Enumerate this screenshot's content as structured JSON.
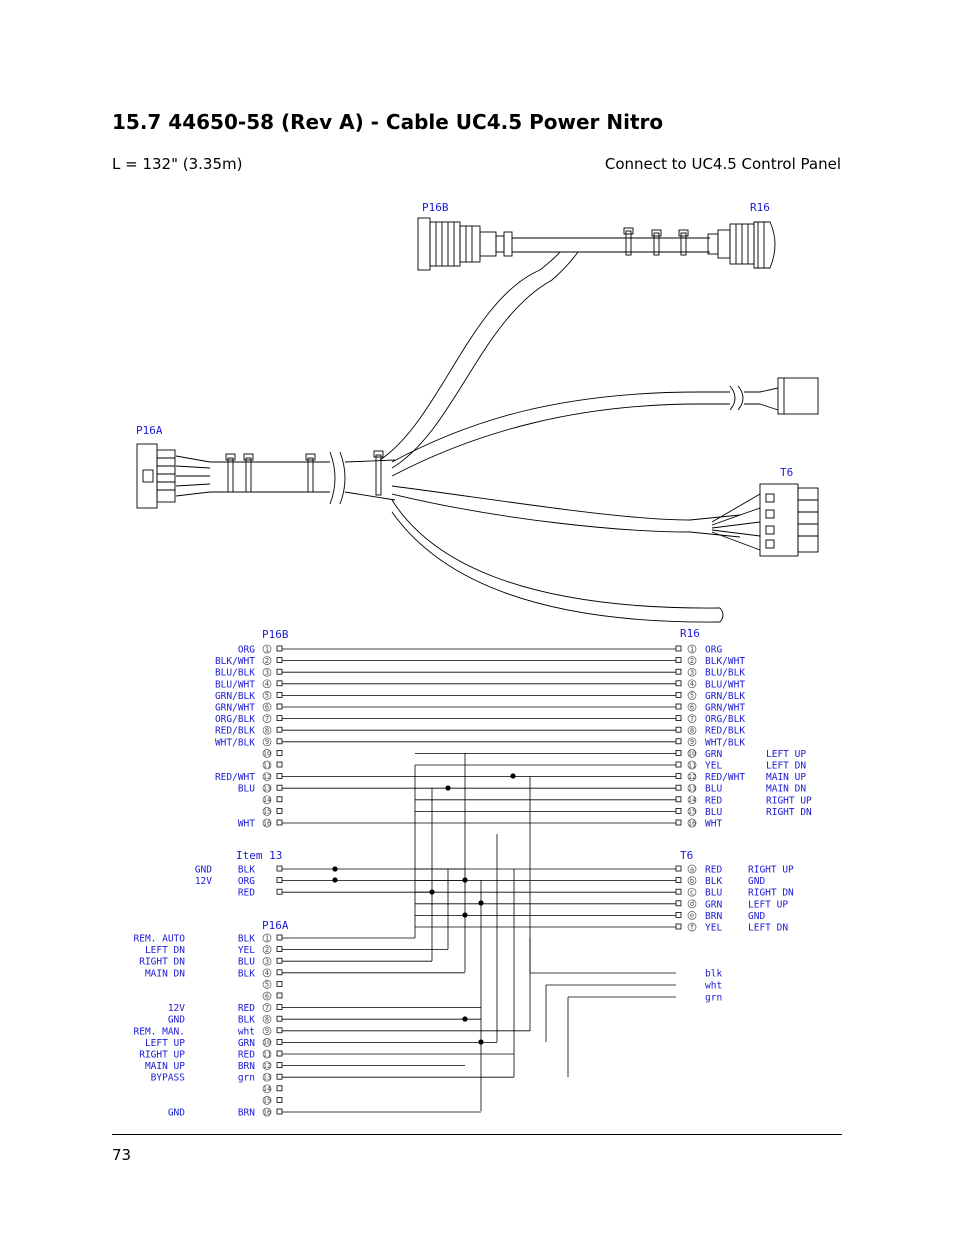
{
  "page": {
    "heading": "15.7  44650-58 (Rev A) - Cable UC4.5 Power Nitro",
    "length": "L = 132\" (3.35m)",
    "connect_to": "Connect to UC4.5 Control Panel",
    "page_number": "73"
  },
  "colors": {
    "label_blue": "#1a1ad6",
    "line": "#000000",
    "wire_gray": "#444444"
  },
  "drawing": {
    "connector_labels": {
      "p16b": "P16B",
      "r16": "R16",
      "p16a": "P16A",
      "t6": "T6"
    }
  },
  "schematic": {
    "p16b_header": "P16B",
    "r16_header": "R16",
    "item13_header": "Item 13",
    "t6_header": "T6",
    "p16a_header": "P16A",
    "p16b_r16_wires": [
      {
        "pin": "1",
        "left": "ORG",
        "right": "ORG",
        "func": ""
      },
      {
        "pin": "2",
        "left": "BLK/WHT",
        "right": "BLK/WHT",
        "func": ""
      },
      {
        "pin": "3",
        "left": "BLU/BLK",
        "right": "BLU/BLK",
        "func": ""
      },
      {
        "pin": "4",
        "left": "BLU/WHT",
        "right": "BLU/WHT",
        "func": ""
      },
      {
        "pin": "5",
        "left": "GRN/BLK",
        "right": "GRN/BLK",
        "func": ""
      },
      {
        "pin": "6",
        "left": "GRN/WHT",
        "right": "GRN/WHT",
        "func": ""
      },
      {
        "pin": "7",
        "left": "ORG/BLK",
        "right": "ORG/BLK",
        "func": ""
      },
      {
        "pin": "8",
        "left": "RED/BLK",
        "right": "RED/BLK",
        "func": ""
      },
      {
        "pin": "9",
        "left": "WHT/BLK",
        "right": "WHT/BLK",
        "func": ""
      },
      {
        "pin": "10",
        "left": "",
        "right": "GRN",
        "func": "LEFT UP"
      },
      {
        "pin": "11",
        "left": "",
        "right": "YEL",
        "func": "LEFT DN"
      },
      {
        "pin": "12",
        "left": "RED/WHT",
        "right": "RED/WHT",
        "func": "MAIN UP"
      },
      {
        "pin": "13",
        "left": "BLU",
        "right": "BLU",
        "func": "MAIN DN"
      },
      {
        "pin": "14",
        "left": "",
        "right": "RED",
        "func": "RIGHT UP"
      },
      {
        "pin": "15",
        "left": "",
        "right": "BLU",
        "func": "RIGHT DN"
      },
      {
        "pin": "16",
        "left": "WHT",
        "right": "WHT",
        "func": ""
      }
    ],
    "item13_wires": [
      {
        "func": "GND",
        "color": "BLK"
      },
      {
        "func": "12V",
        "color": "ORG"
      },
      {
        "func": "",
        "color": "RED"
      }
    ],
    "t6_pins": [
      {
        "pin": "a",
        "color": "RED",
        "func": "RIGHT UP"
      },
      {
        "pin": "b",
        "color": "BLK",
        "func": "GND"
      },
      {
        "pin": "c",
        "color": "BLU",
        "func": "RIGHT DN"
      },
      {
        "pin": "d",
        "color": "GRN",
        "func": "LEFT UP"
      },
      {
        "pin": "e",
        "color": "BRN",
        "func": "GND"
      },
      {
        "pin": "f",
        "color": "YEL",
        "func": "LEFT DN"
      }
    ],
    "p16a_pins": [
      {
        "pin": "1",
        "func": "REM. AUTO",
        "color": "BLK"
      },
      {
        "pin": "2",
        "func": "LEFT DN",
        "color": "YEL"
      },
      {
        "pin": "3",
        "func": "RIGHT DN",
        "color": "BLU"
      },
      {
        "pin": "4",
        "func": "MAIN DN",
        "color": "BLK"
      },
      {
        "pin": "5",
        "func": "",
        "color": ""
      },
      {
        "pin": "6",
        "func": "",
        "color": ""
      },
      {
        "pin": "7",
        "func": "12V",
        "color": "RED"
      },
      {
        "pin": "8",
        "func": "GND",
        "color": "BLK"
      },
      {
        "pin": "9",
        "func": "REM. MAN.",
        "color": "wht"
      },
      {
        "pin": "10",
        "func": "LEFT UP",
        "color": "GRN"
      },
      {
        "pin": "11",
        "func": "RIGHT UP",
        "color": "RED"
      },
      {
        "pin": "12",
        "func": "MAIN UP",
        "color": "BRN"
      },
      {
        "pin": "13",
        "func": "BYPASS",
        "color": "grn"
      },
      {
        "pin": "14",
        "func": "",
        "color": ""
      },
      {
        "pin": "15",
        "func": "",
        "color": ""
      },
      {
        "pin": "16",
        "func": "GND",
        "color": "BRN"
      }
    ],
    "loose_wires": [
      "blk",
      "wht",
      "grn"
    ]
  }
}
